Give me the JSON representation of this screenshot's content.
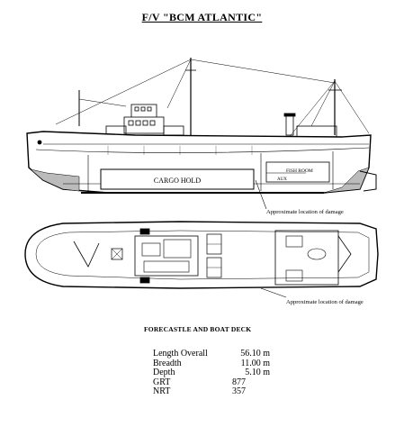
{
  "title": "F/V \"BCM ATLANTIC\"",
  "profile": {
    "cargo_hold_label": "CARGO HOLD",
    "fish_room_label": "FISH ROOM",
    "aux_label": "AUX",
    "damage_label": "Approximate location of damage"
  },
  "plan": {
    "damage_label": "Approximate location of damage"
  },
  "section_title": "FORECASTLE AND BOAT DECK",
  "specs": [
    {
      "label": "Length Overall",
      "value": "56.10 m"
    },
    {
      "label": "Breadth",
      "value": "11.00 m"
    },
    {
      "label": "Depth",
      "value": "5.10 m"
    },
    {
      "label": "GRT",
      "value": "877"
    },
    {
      "label": "NRT",
      "value": "357"
    }
  ]
}
